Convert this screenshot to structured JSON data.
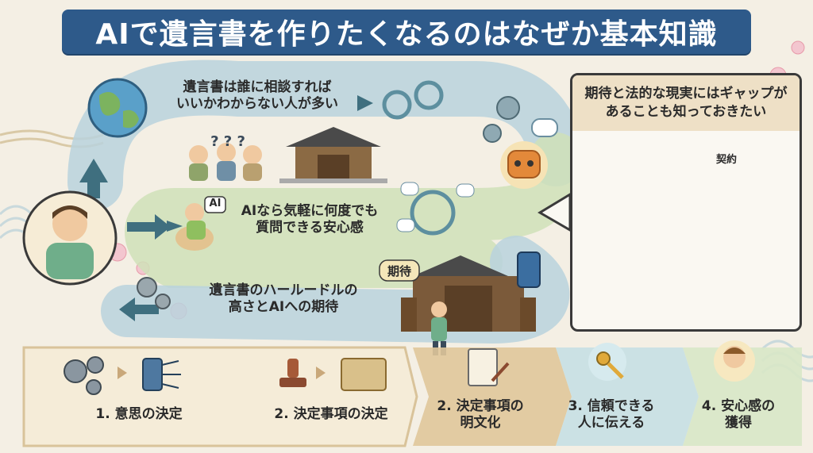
{
  "title": "AIで遺言書を作りたくなるのはなぜか基本知識",
  "flow": {
    "step_top": "遺言書は誰に相談すれば\nいいかわからない人が多い",
    "step_middle": "AIなら気軽に何度でも\n質問できる安心感",
    "step_bottom": "遺言書のハールードルの\n高さとAIへの期待",
    "ai_tag": "AI",
    "expectation_tag": "期待",
    "question_marks": "? ? ?"
  },
  "gap_panel": {
    "heading": "期待と法的な現実にはギャップがあることも知っておきたい",
    "contract_label": "契約"
  },
  "process": {
    "steps": [
      {
        "label": "1. 意思の決定"
      },
      {
        "label": "2. 決定事項の決定"
      },
      {
        "label": "2. 決定事項の\n明文化"
      },
      {
        "label": "3. 信頼できる\n人に伝える"
      },
      {
        "label": "4. 安心感の\n獲得"
      }
    ]
  },
  "colors": {
    "title_bg": "#2e5a8a",
    "path_blue": "#b9d2dd",
    "path_green": "#cfe0b8",
    "process_band": "#e8d9b9",
    "alert": "#d9534f"
  }
}
